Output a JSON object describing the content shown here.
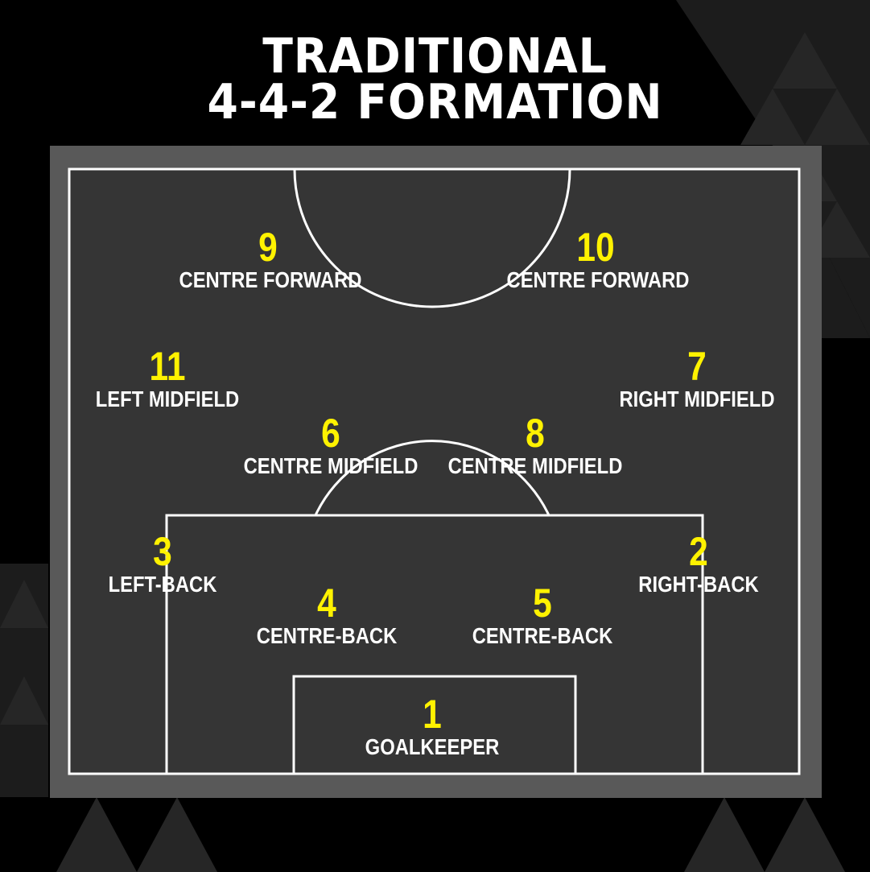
{
  "title": {
    "line1": "TRADITIONAL",
    "line2": "4-4-2 FORMATION"
  },
  "colors": {
    "background": "#000000",
    "pitch": "#353535",
    "pitch_frame": "#595959",
    "lines": "#ffffff",
    "number": "#fff200",
    "label": "#ffffff"
  },
  "players": {
    "p9": {
      "number": "9",
      "position": "CENTRE FORWARD"
    },
    "p10": {
      "number": "10",
      "position": "CENTRE FORWARD"
    },
    "p11": {
      "number": "11",
      "position": "LEFT MIDFIELD"
    },
    "p7": {
      "number": "7",
      "position": "RIGHT MIDFIELD"
    },
    "p6": {
      "number": "6",
      "position": "CENTRE MIDFIELD"
    },
    "p8": {
      "number": "8",
      "position": "CENTRE MIDFIELD"
    },
    "p3": {
      "number": "3",
      "position": "LEFT-BACK"
    },
    "p2": {
      "number": "2",
      "position": "RIGHT-BACK"
    },
    "p4": {
      "number": "4",
      "position": "CENTRE-BACK"
    },
    "p5": {
      "number": "5",
      "position": "CENTRE-BACK"
    },
    "p1": {
      "number": "1",
      "position": "GOALKEEPER"
    }
  }
}
